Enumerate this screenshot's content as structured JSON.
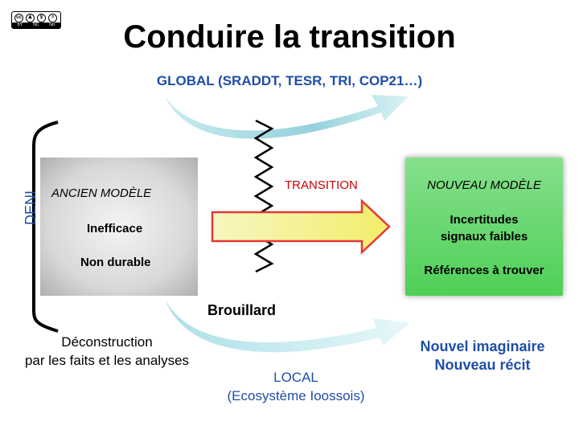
{
  "license": {
    "text": "cc",
    "icons": [
      "creative-commons-icon",
      "by-icon",
      "nc-icon",
      "nd-icon"
    ],
    "labels": [
      "BY",
      "NC",
      "ND"
    ]
  },
  "title": "Conduire la transition",
  "global_label": "GLOBAL (SRADDT, TESR, TRI, COP21…)",
  "denial_label": "DENI",
  "old_model": {
    "title": "ANCIEN MODÈLE",
    "line1": "Inefficace",
    "line2": "Non durable"
  },
  "transition_label": "TRANSITION",
  "new_model": {
    "title": "NOUVEAU MODÈLE",
    "line1": "Incertitudes",
    "line2": "signaux faibles",
    "line3": "Références à trouver"
  },
  "brouillard_label": "Brouillard",
  "deconstruction": {
    "line1": "Déconstruction",
    "line2": "par les faits et les analyses"
  },
  "local": {
    "line1": "LOCAL",
    "line2": "(Ecosystème Ioossois)"
  },
  "nouvel": {
    "line1": "Nouvel imaginaire",
    "line2": "Nouveau récit"
  },
  "colors": {
    "blue_text": "#1f4ea8",
    "transition_red": "#cc0000",
    "green_box": "#4fcf57",
    "gray_box": "#bdbdbd",
    "arrow_fill": "#f2f08a",
    "arrow_stroke": "#e53935",
    "curve_arrow": "#9dd6e0"
  }
}
